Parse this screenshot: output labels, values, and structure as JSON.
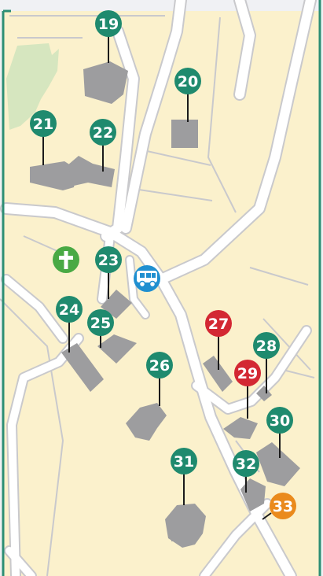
{
  "colors": {
    "map_background": "#fbf1cc",
    "outer_background": "#f0f1f4",
    "frame": "#2c8e74",
    "road_fill": "#ffffff",
    "road_edge": "#c9c9cc",
    "building": "#9d9d9f",
    "park": "#d6e6bf",
    "marker_green": "#1f8a6e",
    "marker_red": "#d32833",
    "marker_orange": "#ea8a1c",
    "church_green": "#49a944",
    "bus_blue": "#1f8fd0"
  },
  "markers": [
    {
      "label": "19",
      "color": "green"
    },
    {
      "label": "20",
      "color": "green"
    },
    {
      "label": "21",
      "color": "green"
    },
    {
      "label": "22",
      "color": "green"
    },
    {
      "label": "23",
      "color": "green"
    },
    {
      "label": "24",
      "color": "green"
    },
    {
      "label": "25",
      "color": "green"
    },
    {
      "label": "26",
      "color": "green"
    },
    {
      "label": "27",
      "color": "red"
    },
    {
      "label": "28",
      "color": "green"
    },
    {
      "label": "29",
      "color": "red"
    },
    {
      "label": "30",
      "color": "green"
    },
    {
      "label": "31",
      "color": "green"
    },
    {
      "label": "32",
      "color": "green"
    },
    {
      "label": "33",
      "color": "orange"
    }
  ],
  "icons": {
    "church": "cross-icon",
    "bus_stop": "bus-icon"
  }
}
